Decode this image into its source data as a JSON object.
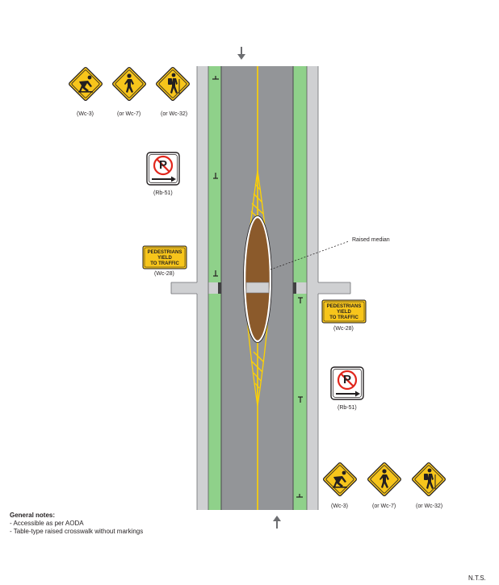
{
  "signs": {
    "wc3_label": "(Wc-3)",
    "wc7_label": "(or Wc-7)",
    "wc32_label": "(or Wc-32)",
    "rb51_label": "(Rb-51)",
    "wc28_label": "(Wc-28)",
    "wc28_text": [
      "PEDESTRIANS",
      "YIELD",
      "TO TRAFFIC"
    ],
    "rb51_letter": "P"
  },
  "callout": {
    "raised_median": "Raised median"
  },
  "notes": {
    "title": "General notes:",
    "items": [
      "- Accessible as per AODA",
      "- Table-type raised crosswalk without markings"
    ]
  },
  "scale_note": "N.T.S.",
  "colors": {
    "road": "#939598",
    "sidewalk": "#cfd0d2",
    "bike_lane": "#8fd18a",
    "centerline": "#ffd200",
    "median": "#8b5a2b",
    "sign_yellow": "#f7c51b",
    "sign_red": "#e1261c"
  }
}
